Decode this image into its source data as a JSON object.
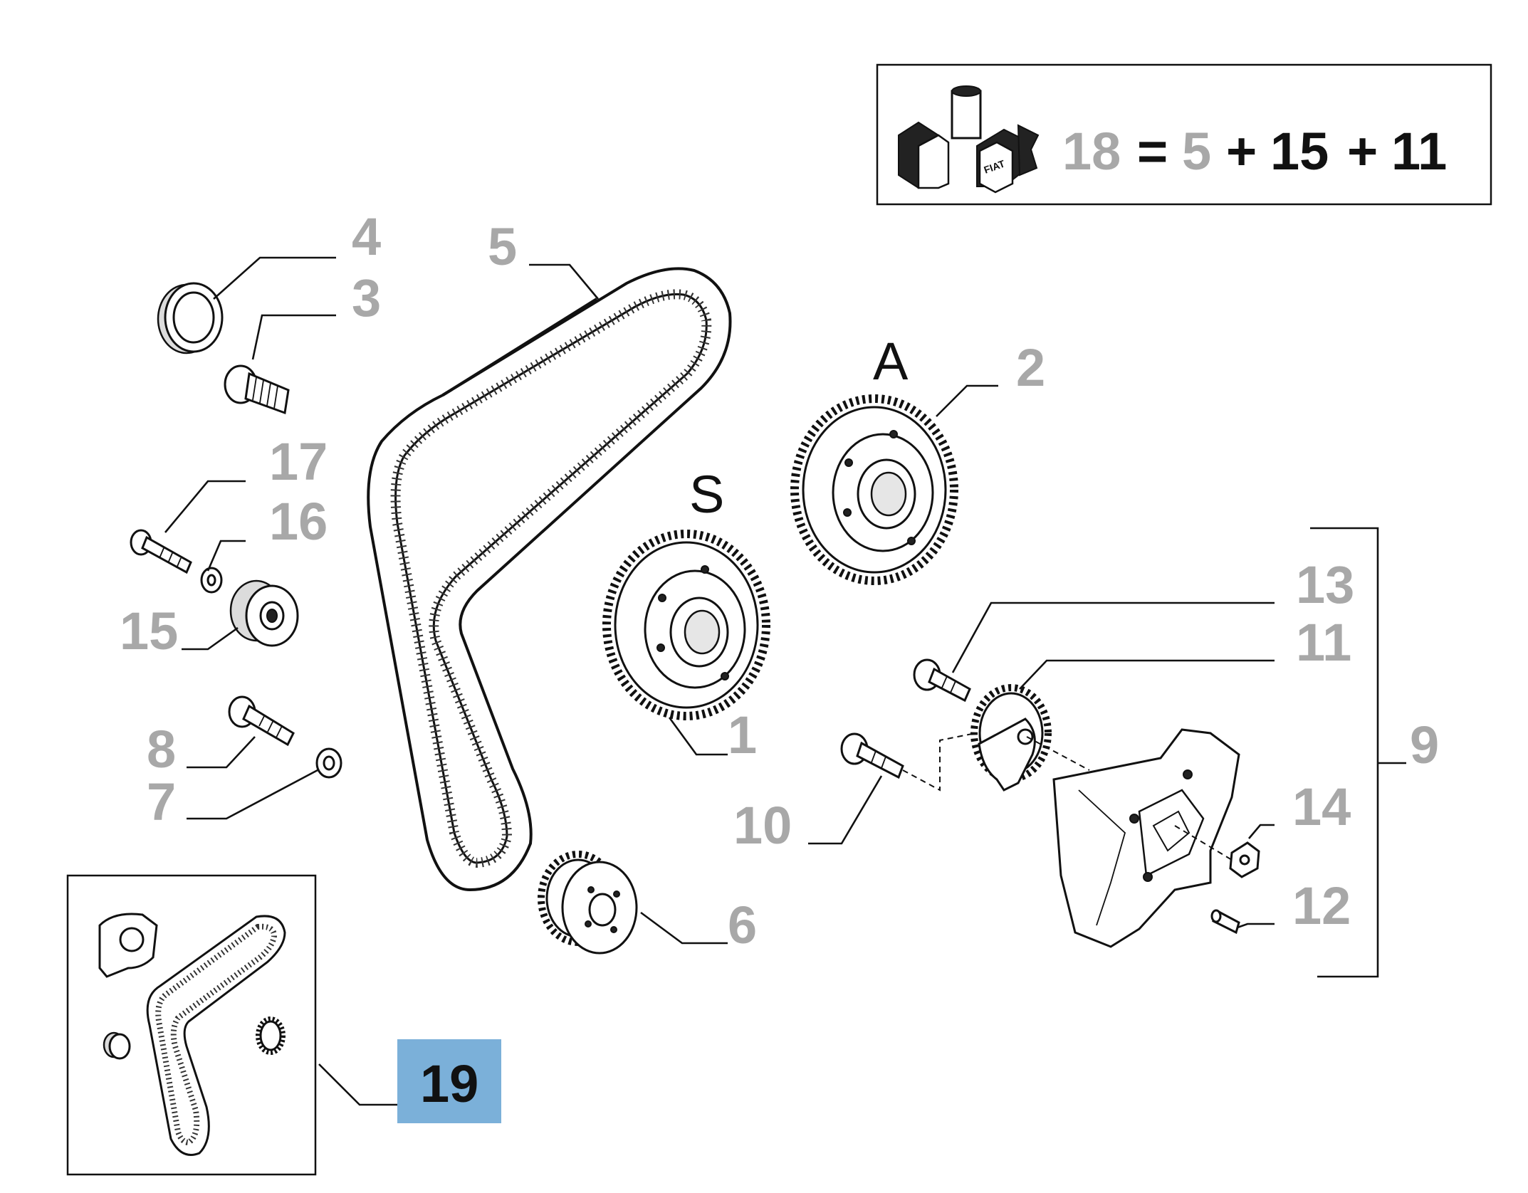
{
  "kit_formula": {
    "kit": "18",
    "equals": "=",
    "part_a": "5",
    "plus_1": "+",
    "part_b": "15",
    "plus_2": "+",
    "part_c": "11"
  },
  "logo_text": "FIAT",
  "letters": {
    "a": "A",
    "s": "S"
  },
  "callouts": {
    "c1": "1",
    "c2": "2",
    "c3": "3",
    "c4": "4",
    "c5": "5",
    "c6": "6",
    "c7": "7",
    "c8": "8",
    "c9": "9",
    "c10": "10",
    "c11": "11",
    "c12": "12",
    "c13": "13",
    "c14": "14",
    "c15": "15",
    "c16": "16",
    "c17": "17",
    "c19": "19"
  },
  "colors": {
    "callout_grey": "#a8a8a8",
    "highlight_blue": "#7bb0d9",
    "line": "#111111"
  }
}
